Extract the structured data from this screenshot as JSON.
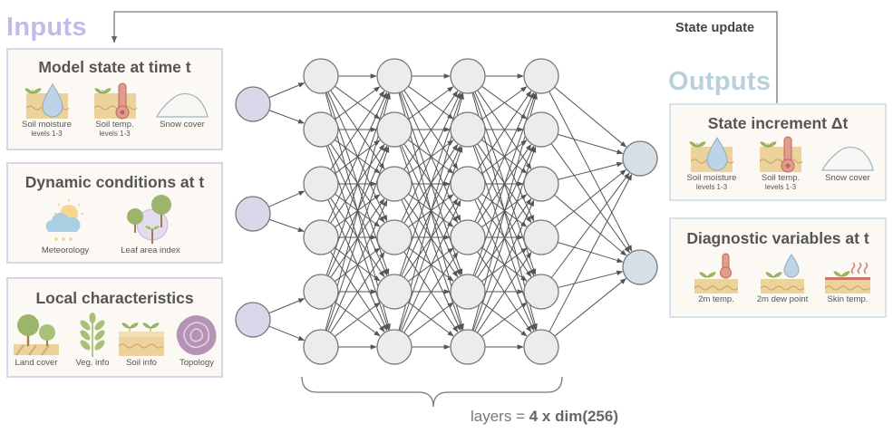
{
  "inputs": {
    "title": "Inputs",
    "model_state": {
      "title": "Model state at time t",
      "items": [
        {
          "label": "Soil moisture",
          "sub": "levels 1-3",
          "icon": "soil-moisture-icon"
        },
        {
          "label": "Soil temp.",
          "sub": "levels 1-3",
          "icon": "soil-thermometer-icon"
        },
        {
          "label": "Snow cover",
          "icon": "snow-pile-icon"
        }
      ]
    },
    "dynamic": {
      "title": "Dynamic conditions at t",
      "items": [
        {
          "label": "Meteorology",
          "icon": "sun-cloud-rain-icon"
        },
        {
          "label": "Leaf area index",
          "icon": "trees-icon"
        }
      ]
    },
    "local": {
      "title": "Local characteristics",
      "items": [
        {
          "label": "Land cover",
          "icon": "land-cover-trees-icon"
        },
        {
          "label": "Veg. info",
          "icon": "leaf-branch-icon"
        },
        {
          "label": "Soil info",
          "icon": "soil-sprouts-icon"
        },
        {
          "label": "Topology",
          "icon": "contour-map-icon"
        }
      ]
    }
  },
  "outputs": {
    "title": "Outputs",
    "state_increment": {
      "title": "State increment Δt",
      "items": [
        {
          "label": "Soil moisture",
          "sub": "levels 1-3",
          "icon": "soil-moisture-icon"
        },
        {
          "label": "Soil temp.",
          "sub": "levels 1-3",
          "icon": "soil-thermometer-icon"
        },
        {
          "label": "Snow cover",
          "icon": "snow-pile-icon"
        }
      ]
    },
    "diagnostic": {
      "title": "Diagnostic variables at t",
      "items": [
        {
          "label": "2m temp.",
          "icon": "thermometer-sprout-icon"
        },
        {
          "label": "2m dew point",
          "icon": "dew-drop-sprout-icon"
        },
        {
          "label": "Skin temp.",
          "icon": "heat-waves-soil-icon"
        }
      ]
    }
  },
  "state_update_label": "State update",
  "network": {
    "input_nodes": 3,
    "hidden_layers": 4,
    "hidden_nodes_per_layer": 6,
    "output_nodes": 2,
    "layers_label_prefix": "layers = ",
    "layers_label_value": "4 x dim(256)"
  },
  "colors": {
    "inputs_accent": "#c5b9e8",
    "outputs_accent": "#b9d0da",
    "input_node": "#dcd6ea",
    "hidden_node": "#ececec",
    "output_node": "#d4e0e5",
    "edge": "#555555"
  }
}
